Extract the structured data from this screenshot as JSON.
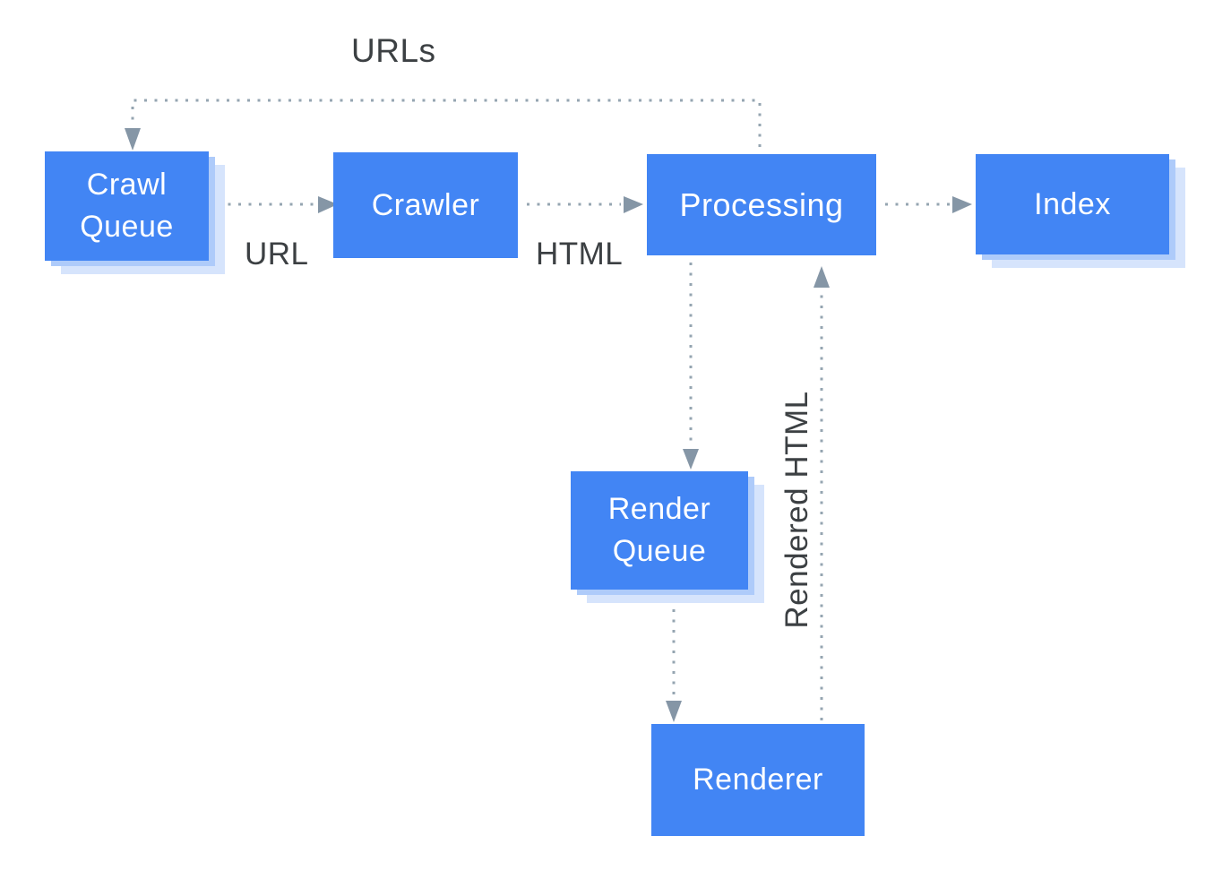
{
  "diagram": {
    "nodes": {
      "crawl_queue": {
        "label": "Crawl Queue"
      },
      "crawler": {
        "label": "Crawler"
      },
      "processing": {
        "label": "Processing"
      },
      "index": {
        "label": "Index"
      },
      "render_queue": {
        "label": "Render Queue"
      },
      "renderer": {
        "label": "Renderer"
      }
    },
    "edges": {
      "processing_to_crawl_queue": {
        "from": "processing",
        "to": "crawl_queue",
        "label": "URLs",
        "style": "dotted"
      },
      "crawl_queue_to_crawler": {
        "from": "crawl_queue",
        "to": "crawler",
        "label": "URL",
        "style": "dotted"
      },
      "crawler_to_processing": {
        "from": "crawler",
        "to": "processing",
        "label": "HTML",
        "style": "dotted"
      },
      "processing_to_index": {
        "from": "processing",
        "to": "index",
        "label": "",
        "style": "dotted"
      },
      "processing_to_render_queue": {
        "from": "processing",
        "to": "render_queue",
        "label": "",
        "style": "dotted"
      },
      "render_queue_to_renderer": {
        "from": "render_queue",
        "to": "renderer",
        "label": "",
        "style": "dotted"
      },
      "renderer_to_processing": {
        "from": "renderer",
        "to": "processing",
        "label": "Rendered HTML",
        "style": "dotted"
      }
    },
    "colors": {
      "node_fill": "#4285f4",
      "node_text": "#ffffff",
      "shadow_inner": "#aecbfa",
      "shadow_outer": "#d6e4fc",
      "edge_label_text": "#3c4043",
      "connector_dots": "#95a5b1",
      "arrowhead": "#8596a6",
      "background": "#ffffff"
    }
  }
}
